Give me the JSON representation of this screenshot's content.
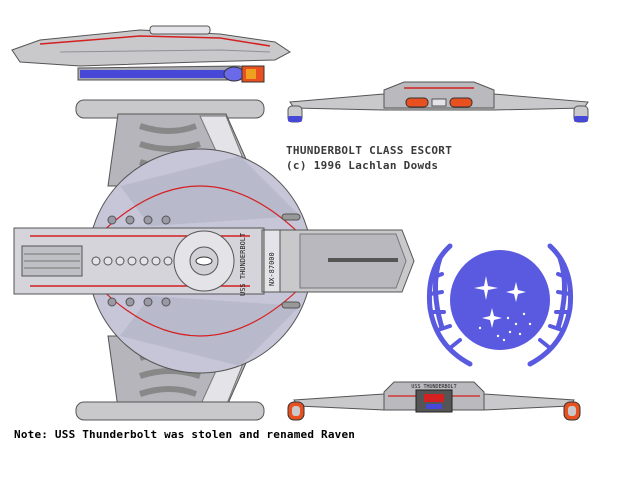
{
  "heading": {
    "title": "THUNDERBOLT CLASS ESCORT",
    "credit": "(c) 1996 Lachlan Dowds"
  },
  "ship": {
    "name_marking": "USS THUNDERBOLT",
    "registry_marking": "NX-87000",
    "rear_marking": "USS THUNDERBOLT"
  },
  "note": "Note: USS Thunderbolt was stolen and renamed Raven",
  "colors": {
    "hull": "#c9c9cc",
    "hull_dark": "#8f8f96",
    "hull_light": "#e4e4e8",
    "accent_red": "#d42020",
    "nacelle_blue": "#4848d8",
    "impulse_orange": "#e85020",
    "emblem_blue": "#5a5ae0"
  }
}
